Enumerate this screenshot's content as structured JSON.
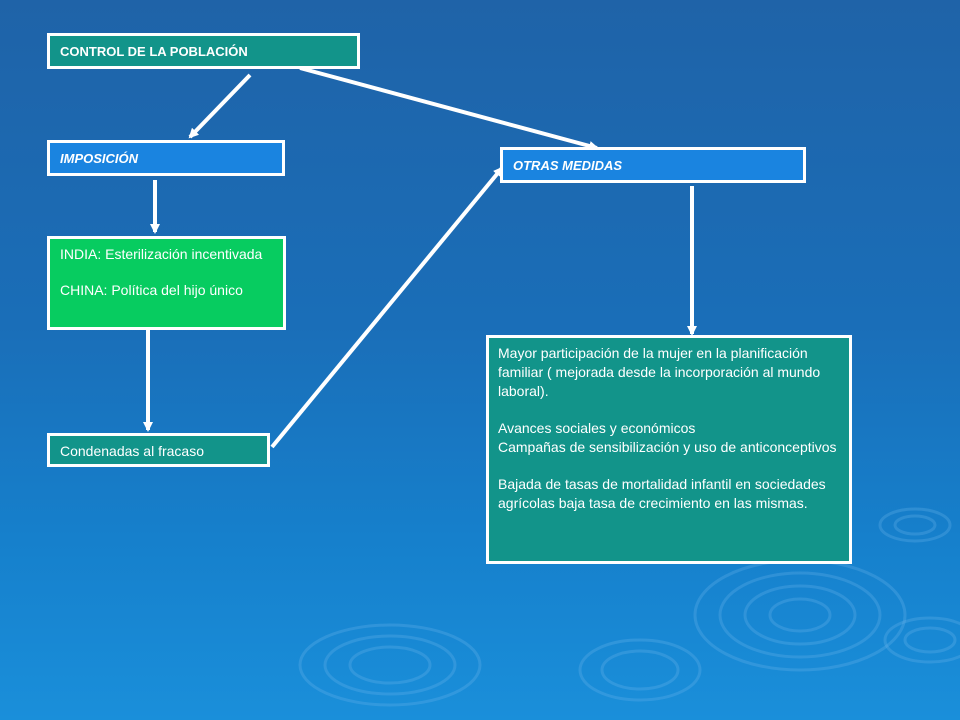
{
  "diagram": {
    "root": {
      "label": "CONTROL DE LA POBLACIÓN"
    },
    "imposicion": {
      "label": "IMPOSICIÓN"
    },
    "otras_medidas": {
      "label": "OTRAS MEDIDAS"
    },
    "ejemplos": {
      "india": "INDIA: Esterilización incentivada",
      "china": "CHINA: Política del hijo único"
    },
    "resultado": {
      "label": "Condenadas al fracaso"
    },
    "medidas": {
      "p1": "Mayor participación de la mujer en la planificación familiar ( mejorada desde la incorporación al mundo laboral).",
      "p2": "Avances sociales y económicos",
      "p3": "Campañas de sensibilización y uso de anticonceptivos",
      "p4": "Bajada de tasas de mortalidad infantil en sociedades agrícolas baja tasa de crecimiento en las mismas."
    }
  },
  "colors": {
    "background": "#1a6eb8",
    "teal_box": "#12948a",
    "blue_box": "#1a84e0",
    "green_box": "#07cc60",
    "border_and_arrows": "#ffffff"
  }
}
